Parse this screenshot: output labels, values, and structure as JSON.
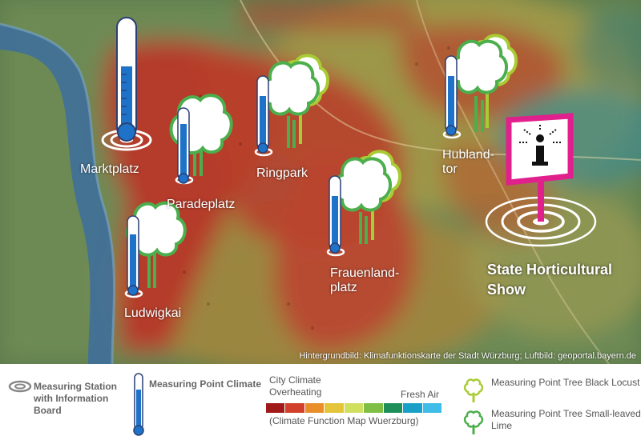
{
  "map": {
    "places": [
      {
        "id": "marktplatz",
        "name": "Marktplatz",
        "type": "station"
      },
      {
        "id": "paradeplatz",
        "name": "Paradeplatz",
        "type": "climate-lime"
      },
      {
        "id": "ringpark",
        "name": "Ringpark",
        "type": "climate-both"
      },
      {
        "id": "hubland",
        "name_line1": "Hubland-",
        "name_line2": "tor",
        "type": "climate-both"
      },
      {
        "id": "frauenland",
        "name_line1": "Frauenland-",
        "name_line2": "platz",
        "type": "climate-both"
      },
      {
        "id": "ludwigkai",
        "name": "Ludwigkai",
        "type": "climate-lime"
      }
    ],
    "show": {
      "line1": "State Horticultural",
      "line2": "Show"
    },
    "credit": "Hintergrundbild: Klimafunktionskarte der Stadt Würzburg; Luftbild: geoportal.bayern.de"
  },
  "legend": {
    "station_label": "Measuring Station with Information Board",
    "climate_point_label": "Measuring Point Climate",
    "scale_left": "City Climate Overheating",
    "scale_right": "Fresh Air",
    "scale_caption": "(Climate Function Map Wuerzburg)",
    "scale_colors": [
      "#a11a1a",
      "#d1402a",
      "#e88f2a",
      "#e3c43a",
      "#cfe060",
      "#7fbf45",
      "#1f8f5a",
      "#1aa0c8",
      "#3fbde8"
    ],
    "tree_locust_label": "Measuring Point Tree Black Locust",
    "tree_lime_label": "Measuring Point Tree Small-leaved Lime",
    "colors": {
      "locust": "#a8cc34",
      "lime": "#4cae4c",
      "thermometer": "#1e72c8",
      "info_board": "#e0208c"
    }
  }
}
